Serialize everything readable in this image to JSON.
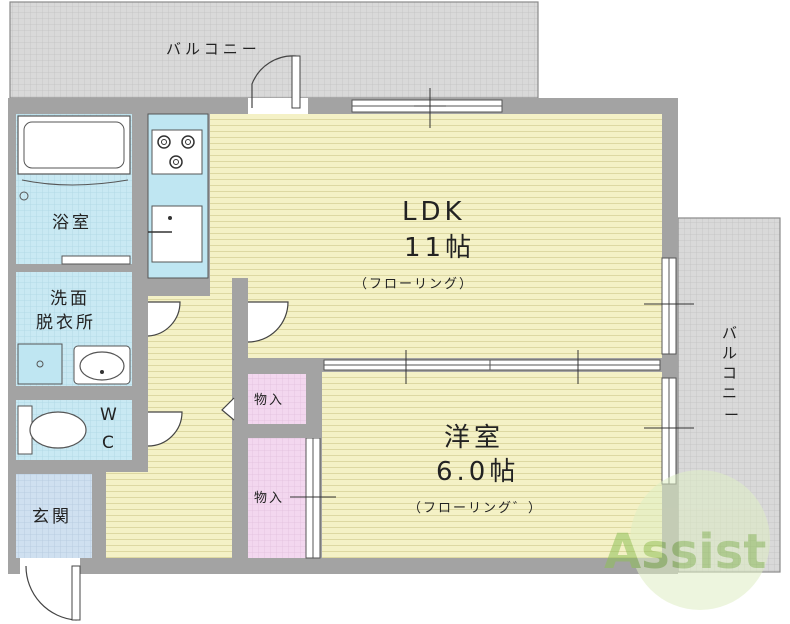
{
  "rooms": {
    "ldk": {
      "name": "LDK",
      "size": "11帖",
      "floor": "（フローリング）"
    },
    "western": {
      "name": "洋室",
      "size": "6.0帖",
      "floor": "（フローリング゛）"
    },
    "bath": {
      "name": "浴室"
    },
    "washroom": {
      "line1": "洗面",
      "line2": "脱衣所"
    },
    "wc": {
      "line1": "W",
      "line2": "C"
    },
    "entrance": {
      "name": "玄関"
    },
    "storage_upper": {
      "name": "物入"
    },
    "storage_lower": {
      "name": "物入"
    }
  },
  "balconies": {
    "top": "バルコニー",
    "right": [
      "バ",
      "ル",
      "コ",
      "ニ",
      "ー"
    ]
  },
  "watermark": {
    "text": "Assist"
  },
  "colors": {
    "floor": "#f4f1c6",
    "floor_line": "#d9d39a",
    "wet": "#bfe6f2",
    "storage": "#f3d2ee",
    "balcony": "#d6d6d6",
    "wall": "#9e9e9e",
    "watermark": "#a8cf6a"
  }
}
